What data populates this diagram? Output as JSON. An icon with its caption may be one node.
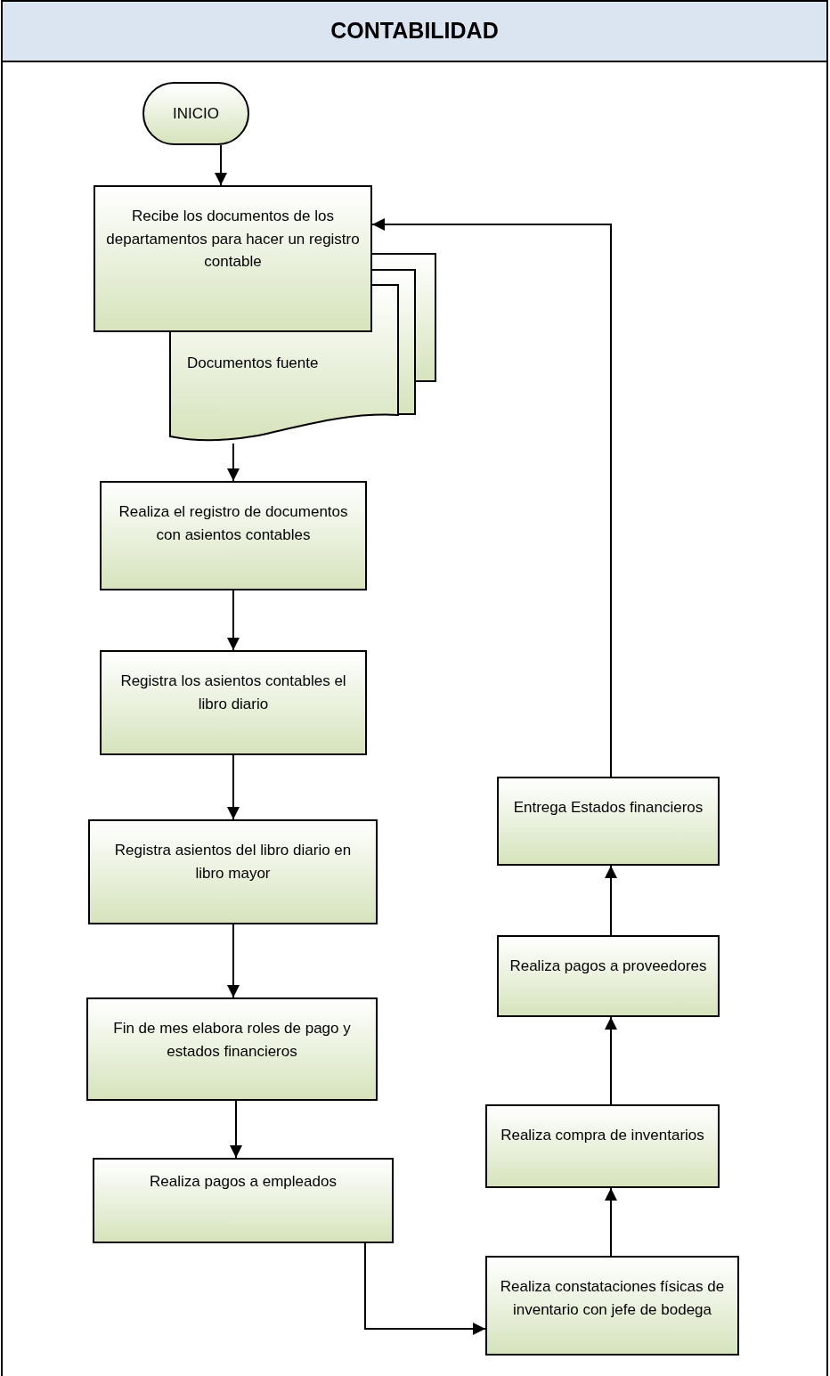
{
  "diagram": {
    "title": "CONTABILIDAD",
    "nodes": [
      {
        "text": [
          "INICIO"
        ]
      },
      {
        "text": [
          "Recibe los documentos de los departamentos para hacer un registro contable"
        ]
      },
      {
        "text": [
          "Documentos fuente"
        ]
      },
      {
        "text": [
          "Realiza el registro de documentos con asientos contables"
        ]
      },
      {
        "text": [
          "Registra los asientos contables el libro diario"
        ]
      },
      {
        "text": [
          "Registra asientos del libro diario en libro mayor"
        ]
      },
      {
        "text": [
          "Fin de mes elabora roles de pago y estados financieros"
        ]
      },
      {
        "text": [
          "Realiza pagos a empleados"
        ]
      },
      {
        "text": [
          "Realiza constataciones físicas de inventario con jefe de bodega"
        ]
      },
      {
        "text": [
          "Realiza compra de inventarios"
        ]
      },
      {
        "text": [
          "Realiza pagos a proveedores"
        ]
      },
      {
        "text": [
          "Entrega Estados financieros"
        ]
      }
    ],
    "edges": [
      {
        "from": 0,
        "to": 1,
        "arrow": "to"
      },
      {
        "from": 2,
        "to": 3,
        "arrow": "to"
      },
      {
        "from": 3,
        "to": 4,
        "arrow": "to"
      },
      {
        "from": 4,
        "to": 5,
        "arrow": "to"
      },
      {
        "from": 5,
        "to": 6,
        "arrow": "to"
      },
      {
        "from": 6,
        "to": 7,
        "arrow": "to"
      },
      {
        "from": 7,
        "to": 8,
        "arrow": "to"
      },
      {
        "from": 8,
        "to": 9,
        "arrow": "to"
      },
      {
        "from": 9,
        "to": 10,
        "arrow": "to"
      },
      {
        "from": 10,
        "to": 11,
        "arrow": "to"
      },
      {
        "from": 11,
        "to": 1,
        "arrow": "to"
      }
    ]
  }
}
